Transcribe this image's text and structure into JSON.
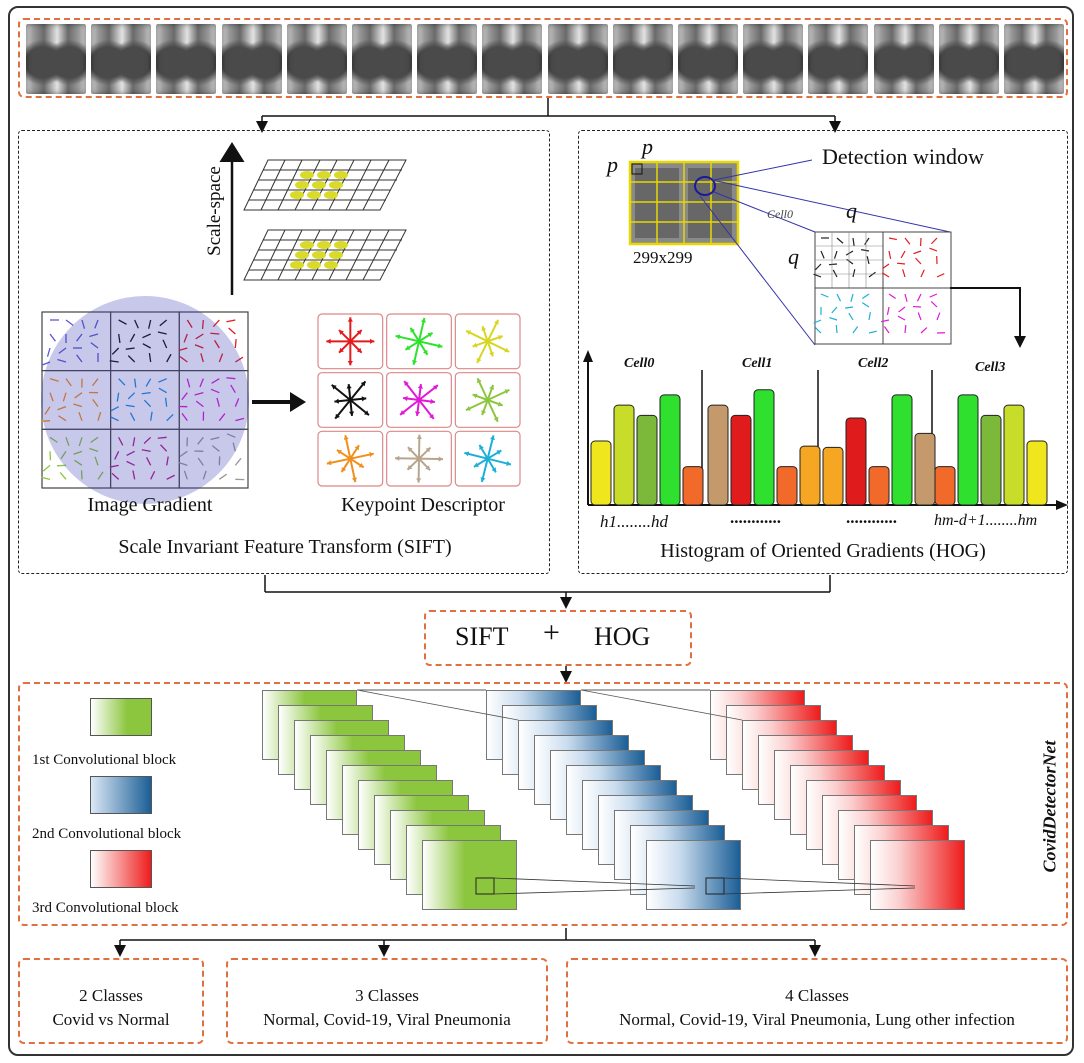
{
  "xray_strip": {
    "count": 16
  },
  "sift": {
    "scale_space_label": "Scale-space",
    "image_gradient_label": "Image Gradient",
    "keypoint_label": "Keypoint Descriptor",
    "title": "Scale Invariant Feature Transform (SIFT)",
    "arrow_colors": [
      "#e41a1c",
      "#2ce32c",
      "#d7d722",
      "#111111",
      "#e019d6",
      "#8cc63f",
      "#f0901c",
      "#b8a58e",
      "#1cb0d7"
    ]
  },
  "hog": {
    "p_top": "p",
    "p_left": "p",
    "detection_window": "Detection window",
    "size_label": "299x299",
    "cell0_small": "Cell0",
    "q_top": "q",
    "q_left": "q",
    "cells": [
      "Cell0",
      "Cell1",
      "Cell2",
      "Cell3"
    ],
    "axis_labels": [
      "h1........hd",
      "............",
      "............",
      "hm-d+1........hm"
    ],
    "title": "Histogram of Oriented Gradients (HOG)",
    "bar_colors": {
      "yellow": "#f0e61e",
      "yg": "#c8dc2a",
      "green": "#2fe02f",
      "mg": "#7cb83a",
      "red": "#e01b1b",
      "orange": "#f26a2a",
      "tan": "#c49a6c",
      "amber": "#f5a623"
    }
  },
  "fusion": {
    "left": "SIFT",
    "plus": "+",
    "right": "HOG"
  },
  "cnn": {
    "legend": [
      {
        "label": "1st Convolutional block",
        "color": "#8cc63f"
      },
      {
        "label": "2nd Convolutional block",
        "color": "#1b5e96"
      },
      {
        "label": "3rd Convolutional block",
        "color": "#ee1c1c"
      }
    ],
    "network_name": "CovidDetectorNet"
  },
  "outputs": [
    {
      "title": "2 Classes",
      "desc": "Covid vs Normal"
    },
    {
      "title": "3 Classes",
      "desc": "Normal, Covid-19, Viral Pneumonia"
    },
    {
      "title": "4 Classes",
      "desc": "Normal, Covid-19, Viral Pneumonia, Lung other infection"
    }
  ]
}
